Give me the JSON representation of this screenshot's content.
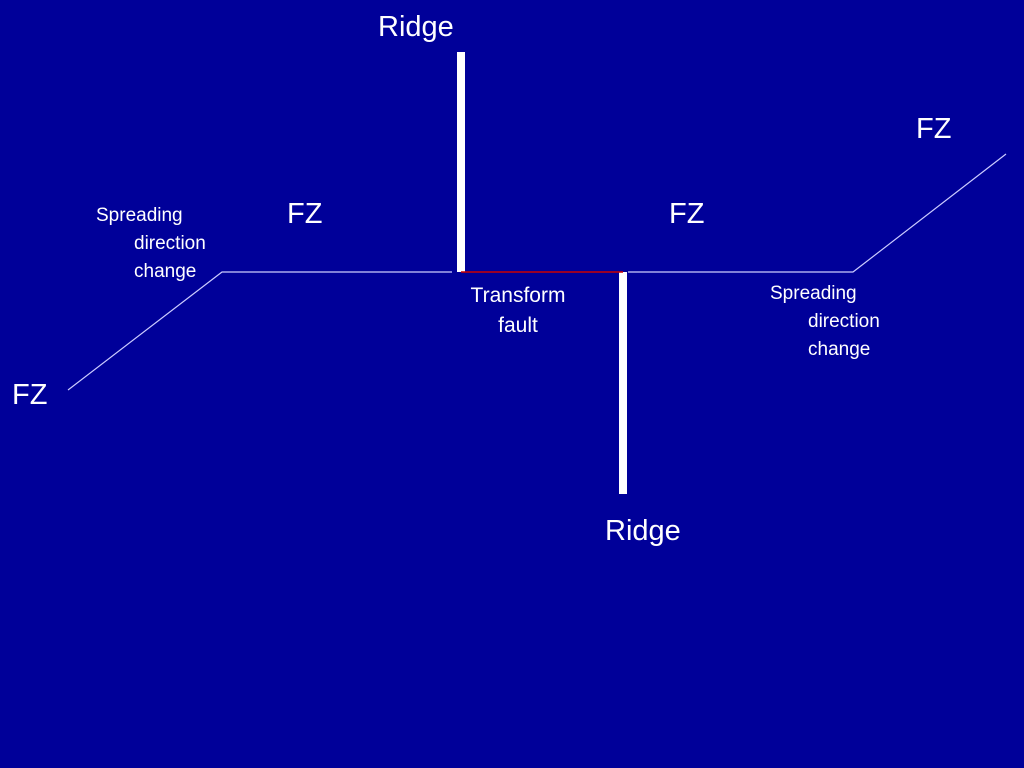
{
  "colors": {
    "background": "#000099",
    "ridge": "#ffffff",
    "fracture_zone": "#ccccff",
    "transform_fault": "#cc0000",
    "text": "#ffffff"
  },
  "labels": {
    "ridge_top": "Ridge",
    "ridge_bottom": "Ridge",
    "fz_top_right": "FZ",
    "fz_mid_left": "FZ",
    "fz_mid_right": "FZ",
    "fz_bottom_left": "FZ",
    "transform_fault_line1": "Transform",
    "transform_fault_line2": "fault",
    "spreading_left": [
      "Spreading",
      "direction",
      "change"
    ],
    "spreading_right": [
      "Spreading",
      "direction",
      "change"
    ]
  }
}
